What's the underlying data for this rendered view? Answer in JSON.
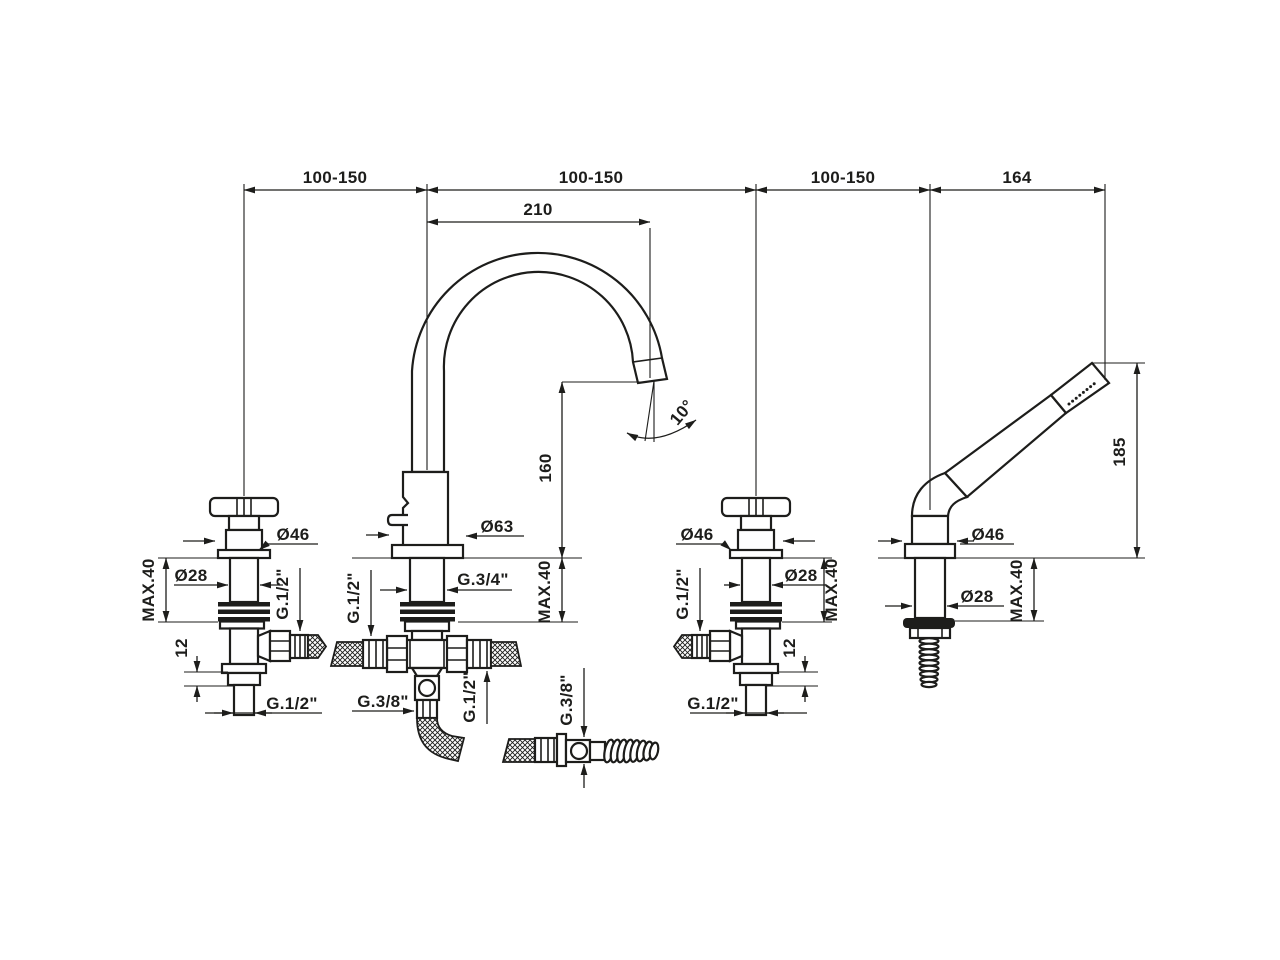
{
  "drawing": {
    "background_color": "#ffffff",
    "line_color": "#1d1d1b",
    "top_dimensions": {
      "left_spacing": "100-150",
      "center_spacing": "100-150",
      "right_spacing": "100-150",
      "hand_shower_spacing": "164"
    },
    "spout": {
      "reach": "210",
      "outlet_height": "160",
      "outlet_angle": "10°",
      "flange_diameter": "Ø63",
      "shank_thread": "G.3/4\"",
      "max_deck": "MAX.40",
      "left_connection": "G.1/2\"",
      "right_connection": "G.1/2\"",
      "bottom_connection": "G.3/8\""
    },
    "left_valve": {
      "handle_diameter": "Ø46",
      "body_diameter": "Ø28",
      "max_deck": "MAX.40",
      "side_connection": "G.1/2\"",
      "shank_step": "12",
      "shank_thread": "G.1/2\""
    },
    "right_valve": {
      "handle_diameter": "Ø46",
      "body_diameter": "Ø28",
      "max_deck": "MAX.40",
      "side_connection": "G.1/2\"",
      "shank_step": "12",
      "shank_thread": "G.1/2\""
    },
    "hand_shower": {
      "flange_diameter": "Ø46",
      "body_diameter": "Ø28",
      "max_deck": "MAX.40",
      "height": "185"
    },
    "hose": {
      "connection": "G.3/8\""
    }
  }
}
